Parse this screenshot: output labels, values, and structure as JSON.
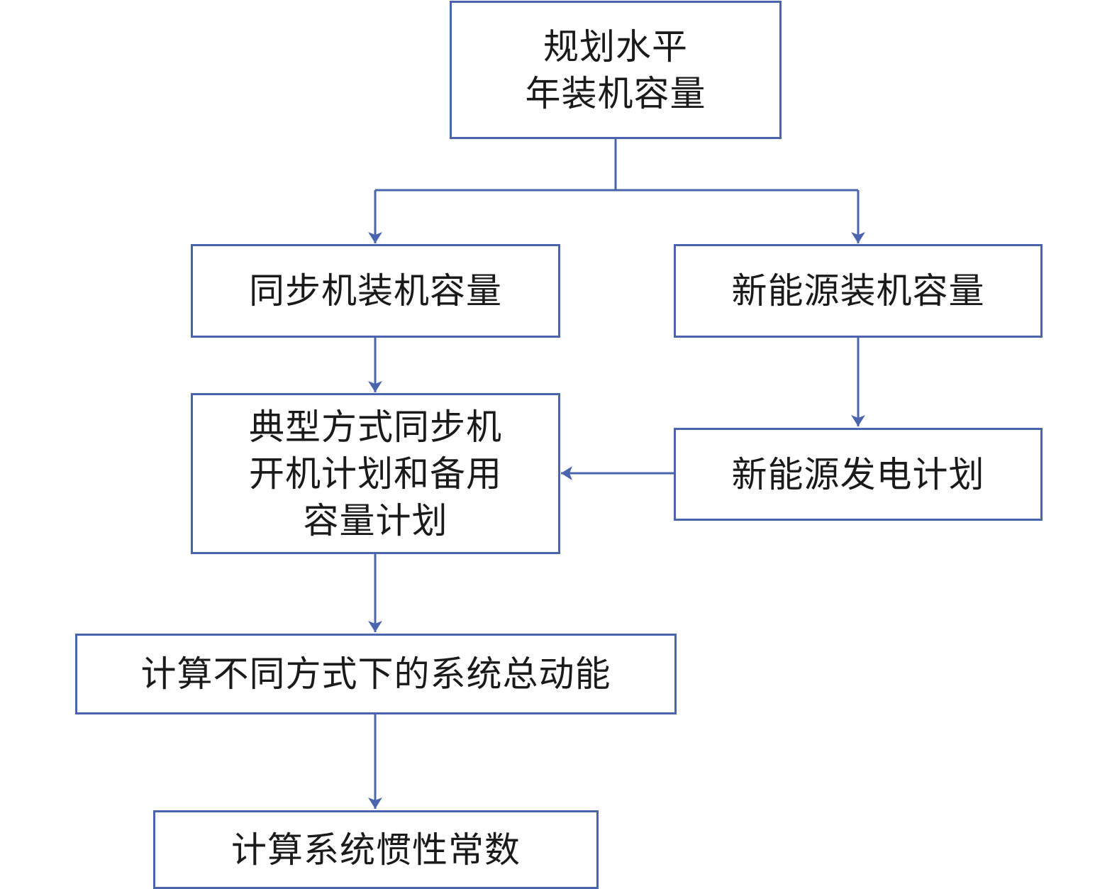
{
  "colors": {
    "line": "#4a65ad",
    "text": "#1a1a1a",
    "background": "#ffffff"
  },
  "nodes": {
    "planning": {
      "lines": [
        "规划水平",
        "年装机容量"
      ]
    },
    "sync_capacity": {
      "lines": [
        "同步机装机容量"
      ]
    },
    "new_energy_capacity": {
      "lines": [
        "新能源装机容量"
      ]
    },
    "sync_schedule": {
      "lines": [
        "典型方式同步机",
        "开机计划和备用",
        "容量计划"
      ]
    },
    "new_energy_generation": {
      "lines": [
        "新能源发电计划"
      ]
    },
    "kinetic_energy": {
      "lines": [
        "计算不同方式下的系统总动能"
      ]
    },
    "inertia_constant": {
      "lines": [
        "计算系统惯性常数"
      ]
    }
  },
  "edges": [
    {
      "from": "planning",
      "to": "sync_capacity"
    },
    {
      "from": "planning",
      "to": "new_energy_capacity"
    },
    {
      "from": "sync_capacity",
      "to": "sync_schedule"
    },
    {
      "from": "new_energy_capacity",
      "to": "new_energy_generation"
    },
    {
      "from": "new_energy_generation",
      "to": "sync_schedule"
    },
    {
      "from": "sync_schedule",
      "to": "kinetic_energy"
    },
    {
      "from": "kinetic_energy",
      "to": "inertia_constant"
    }
  ]
}
